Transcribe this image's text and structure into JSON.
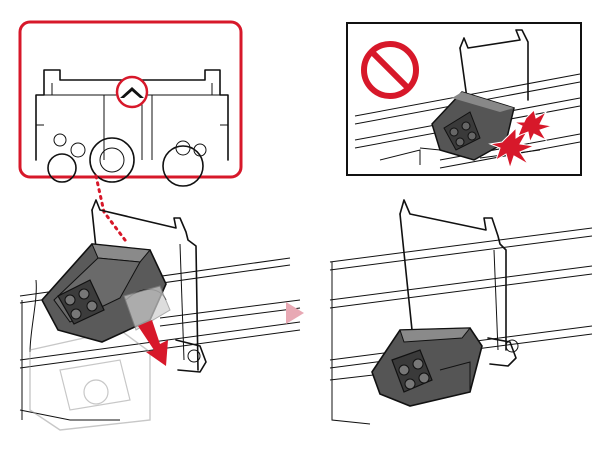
{
  "colors": {
    "accent": "#d7182a",
    "step_arrow": "#e8a9b4",
    "head_dark": "#3c3c3c",
    "head_mid": "#5a5a5a",
    "head_light": "#8a8a8a",
    "ghost": "#bcbcbc"
  },
  "icons": {
    "zoom_marker": "chevron-up-icon",
    "forbidden": "prohibited-icon",
    "collision": "impact-burst-icon",
    "push_direction": "arrow-down-icon",
    "step": "triangle-right-icon"
  },
  "panels": [
    {
      "id": "zoom-detail",
      "frame": "rounded-red"
    },
    {
      "id": "wrong-example",
      "frame": "black",
      "status": "prohibited"
    },
    {
      "id": "install-step",
      "frame": "none"
    },
    {
      "id": "installed-result",
      "frame": "none"
    }
  ]
}
